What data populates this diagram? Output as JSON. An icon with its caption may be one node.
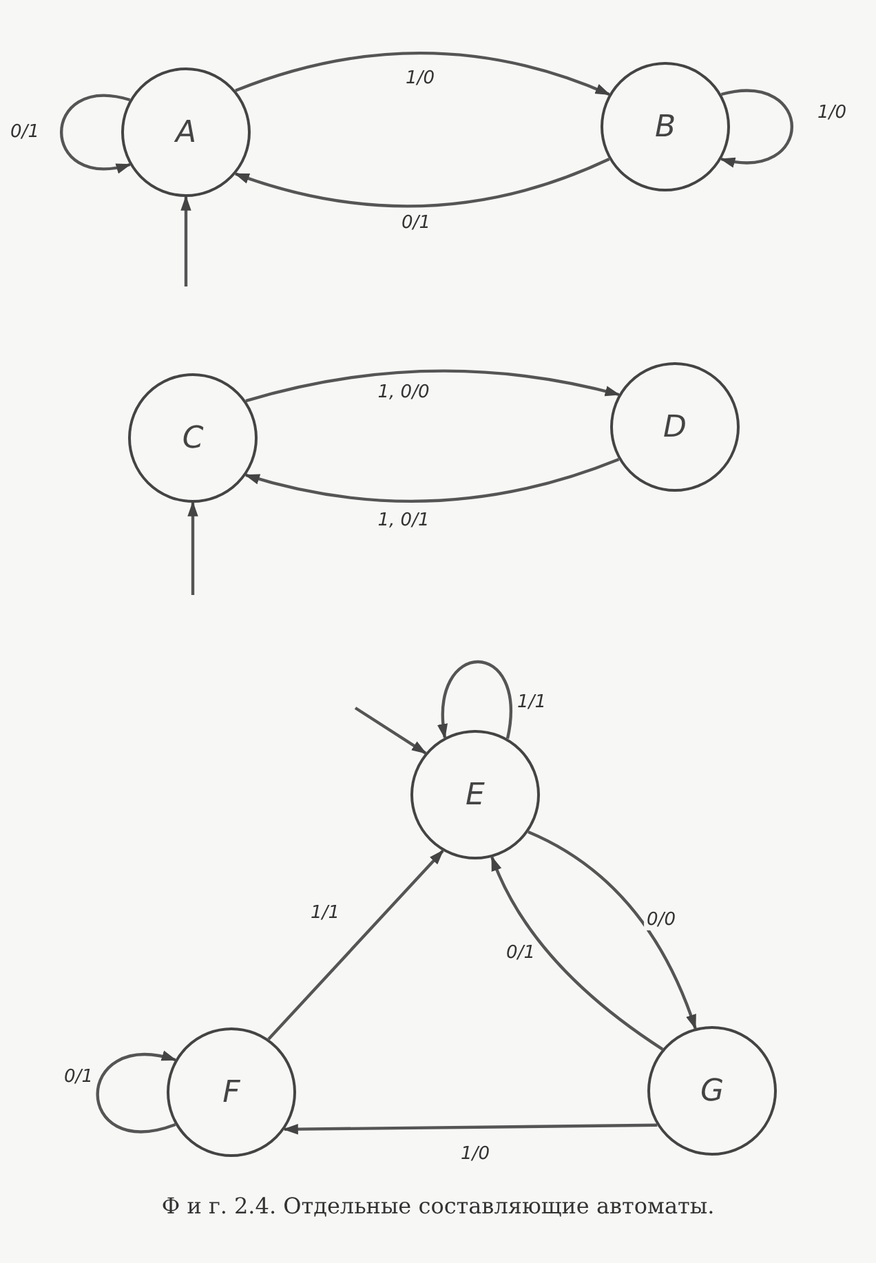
{
  "diagram": {
    "caption": "Ф и г. 2.4. Отдельные составляющие автоматы.",
    "nodes": [
      {
        "text": [
          "A"
        ]
      },
      {
        "text": [
          "B"
        ]
      },
      {
        "text": [
          "C"
        ]
      },
      {
        "text": [
          "D"
        ]
      },
      {
        "text": [
          "E"
        ]
      },
      {
        "text": [
          "F"
        ]
      },
      {
        "text": [
          "G"
        ]
      }
    ],
    "edges": [
      {
        "from": 0,
        "to": 0,
        "arrow": "to",
        "label": "0/1"
      },
      {
        "from": 0,
        "to": 1,
        "arrow": "to",
        "label": "1/0"
      },
      {
        "from": 1,
        "to": 0,
        "arrow": "to",
        "label": "0/1"
      },
      {
        "from": 1,
        "to": 1,
        "arrow": "to",
        "label": "1/0"
      },
      {
        "from": null,
        "to": 0,
        "arrow": "to"
      },
      {
        "from": 2,
        "to": 3,
        "arrow": "to",
        "label": "1, 0/0"
      },
      {
        "from": 3,
        "to": 2,
        "arrow": "to",
        "label": "1, 0/1"
      },
      {
        "from": null,
        "to": 2,
        "arrow": "to"
      },
      {
        "from": 4,
        "to": 4,
        "arrow": "to",
        "label": "1/1"
      },
      {
        "from": null,
        "to": 4,
        "arrow": "to"
      },
      {
        "from": 5,
        "to": 4,
        "arrow": "to",
        "label": "1/1"
      },
      {
        "from": 4,
        "to": 6,
        "arrow": "to",
        "label": "0/0"
      },
      {
        "from": 6,
        "to": 4,
        "arrow": "to",
        "label": "0/1"
      },
      {
        "from": 6,
        "to": 5,
        "arrow": "to",
        "label": "1/0"
      },
      {
        "from": 5,
        "to": 5,
        "arrow": "to",
        "label": "0/1"
      }
    ]
  }
}
